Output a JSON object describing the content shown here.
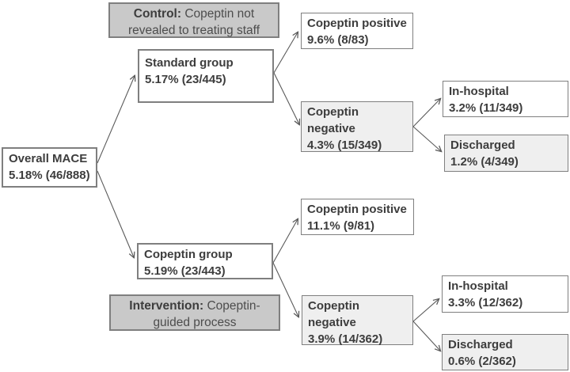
{
  "nodes": {
    "overall": {
      "line1": "Overall MACE",
      "line2": "5.18% (46/888)"
    },
    "control_note": {
      "prefix": "Control:",
      "text": " Copeptin not revealed to treating staff"
    },
    "standard_group": {
      "line1": "Standard group",
      "line2": "5.17% (23/445)"
    },
    "std_positive": {
      "line1": "Copeptin positive",
      "line2": "9.6% (8/83)"
    },
    "std_negative": {
      "line1": "Copeptin",
      "line2": "negative",
      "line3": "4.3% (15/349)"
    },
    "std_inhospital": {
      "line1": "In-hospital",
      "line2": "3.2% (11/349)"
    },
    "std_discharged": {
      "line1": "Discharged",
      "line2": "1.2% (4/349)"
    },
    "copeptin_group": {
      "line1": "Copeptin group",
      "line2": "5.19% (23/443)"
    },
    "intervention_note": {
      "prefix": "Intervention:",
      "text": " Copeptin-guided process"
    },
    "cop_positive": {
      "line1": "Copeptin positive",
      "line2": "11.1% (9/81)"
    },
    "cop_negative": {
      "line1": "Copeptin",
      "line2": "negative",
      "line3": "3.9% (14/362)"
    },
    "cop_inhospital": {
      "line1": "In-hospital",
      "line2": "3.3% (12/362)"
    },
    "cop_discharged": {
      "line1": "Discharged",
      "line2": "0.6% (2/362)"
    }
  },
  "colors": {
    "note_fill": "#c9c9c9",
    "shaded_fill": "#efefef",
    "box_border": "#7f7f7f",
    "line": "#5a5a5a",
    "text": "#3d3d3d",
    "note_text": "#4d4d4d"
  }
}
